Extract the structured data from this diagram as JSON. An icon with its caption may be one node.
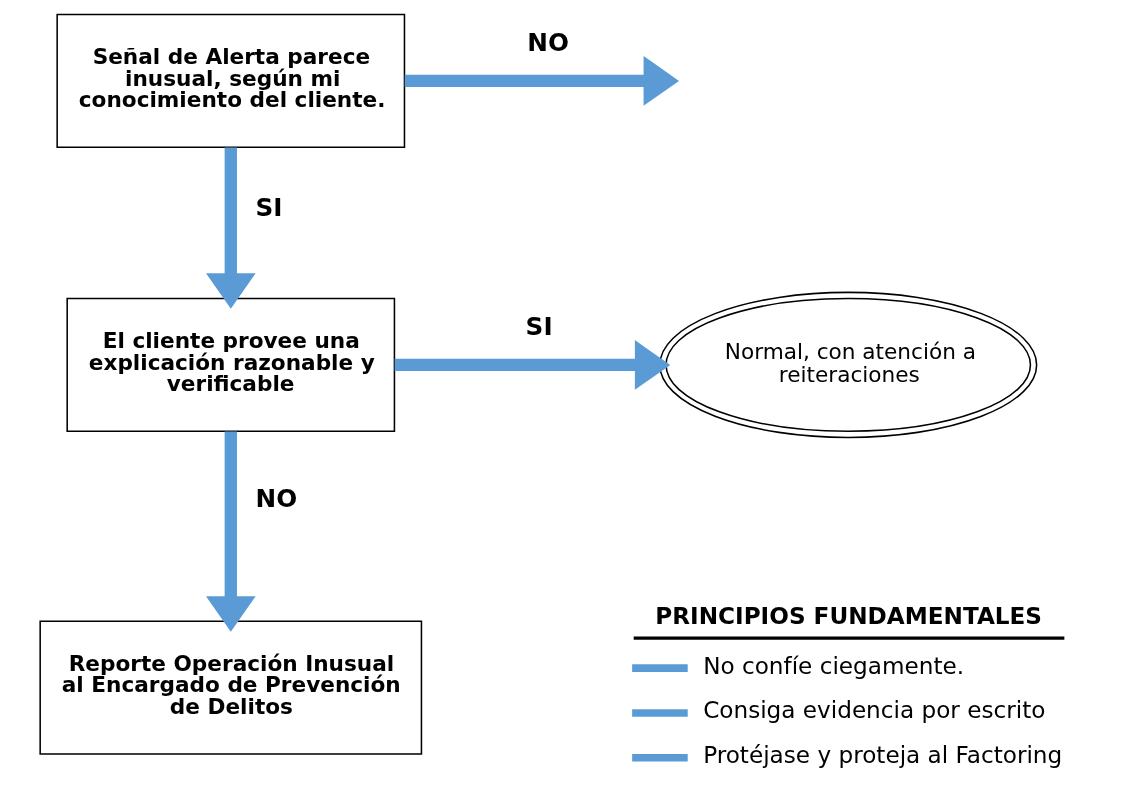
{
  "diagram": {
    "nodes": [
      {
        "text": [
          "Señal de Alerta parece inusual, según mi conocimiento del cliente."
        ]
      },
      {
        "text": [
          "El cliente provee una explicación razonable y verificable"
        ]
      },
      {
        "text": [
          "Reporte Operación Inusual al Encargado de Prevención de Delitos"
        ]
      },
      {
        "text": [
          "Normal, con atención a reiteraciones"
        ]
      }
    ],
    "edges": [
      {
        "from": 0,
        "to": null,
        "arrow": "to",
        "label": "NO"
      },
      {
        "from": 0,
        "to": 1,
        "arrow": "to",
        "label": "SI"
      },
      {
        "from": 1,
        "to": 3,
        "arrow": "to",
        "label": "SI"
      },
      {
        "from": 1,
        "to": 2,
        "arrow": "to",
        "label": "NO"
      }
    ],
    "labels": [
      "PRINCIPIOS FUNDAMENTALES"
    ],
    "legend": [
      {
        "text": "No confíe ciegamente."
      },
      {
        "text": "Consiga evidencia por escrito"
      },
      {
        "text": "Protéjase y proteja al Factoring"
      }
    ]
  }
}
